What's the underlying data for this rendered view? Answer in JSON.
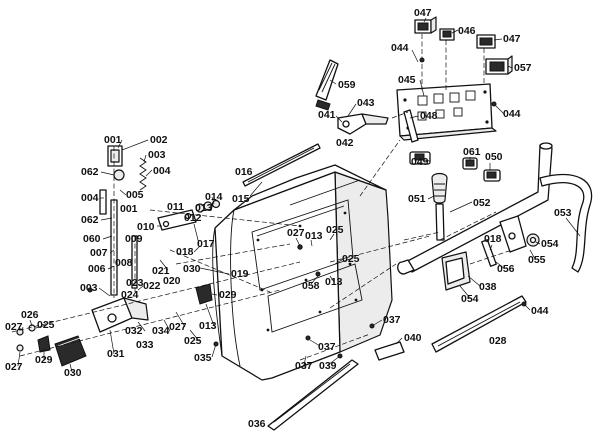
{
  "callouts": [
    {
      "id": "c047a",
      "text": "047"
    },
    {
      "id": "c046",
      "text": "046"
    },
    {
      "id": "c047b",
      "text": "047"
    },
    {
      "id": "c044a",
      "text": "044"
    },
    {
      "id": "c057",
      "text": "057"
    },
    {
      "id": "c045",
      "text": "045"
    },
    {
      "id": "c059",
      "text": "059"
    },
    {
      "id": "c043",
      "text": "043"
    },
    {
      "id": "c041",
      "text": "041"
    },
    {
      "id": "c042",
      "text": "042"
    },
    {
      "id": "c048",
      "text": "048"
    },
    {
      "id": "c044b",
      "text": "044"
    },
    {
      "id": "c001a",
      "text": "001"
    },
    {
      "id": "c002",
      "text": "002"
    },
    {
      "id": "c003",
      "text": "003"
    },
    {
      "id": "c004a",
      "text": "004"
    },
    {
      "id": "c062a",
      "text": "062"
    },
    {
      "id": "c005",
      "text": "005"
    },
    {
      "id": "c004b",
      "text": "004"
    },
    {
      "id": "c001b",
      "text": "001"
    },
    {
      "id": "c062b",
      "text": "062"
    },
    {
      "id": "c060",
      "text": "060"
    },
    {
      "id": "c007",
      "text": "007"
    },
    {
      "id": "c006",
      "text": "006"
    },
    {
      "id": "c010",
      "text": "010"
    },
    {
      "id": "c009",
      "text": "009"
    },
    {
      "id": "c011",
      "text": "011"
    },
    {
      "id": "c012",
      "text": "012"
    },
    {
      "id": "c013a",
      "text": "013"
    },
    {
      "id": "c014",
      "text": "014"
    },
    {
      "id": "c017",
      "text": "017"
    },
    {
      "id": "c018a",
      "text": "018"
    },
    {
      "id": "c016",
      "text": "016"
    },
    {
      "id": "c015",
      "text": "015"
    },
    {
      "id": "c008",
      "text": "008"
    },
    {
      "id": "c021",
      "text": "021"
    },
    {
      "id": "c030a",
      "text": "030"
    },
    {
      "id": "c019",
      "text": "019"
    },
    {
      "id": "c023",
      "text": "023"
    },
    {
      "id": "c022",
      "text": "022"
    },
    {
      "id": "c020",
      "text": "020"
    },
    {
      "id": "c024",
      "text": "024"
    },
    {
      "id": "c003b",
      "text": "003"
    },
    {
      "id": "c029a",
      "text": "029"
    },
    {
      "id": "c027a",
      "text": "027"
    },
    {
      "id": "c013b",
      "text": "013"
    },
    {
      "id": "c032",
      "text": "032"
    },
    {
      "id": "c034",
      "text": "034"
    },
    {
      "id": "c033",
      "text": "033"
    },
    {
      "id": "c025a",
      "text": "025"
    },
    {
      "id": "c035",
      "text": "035"
    },
    {
      "id": "c026",
      "text": "026"
    },
    {
      "id": "c027b",
      "text": "027"
    },
    {
      "id": "c025b",
      "text": "025"
    },
    {
      "id": "c031",
      "text": "031"
    },
    {
      "id": "c029b",
      "text": "029"
    },
    {
      "id": "c027c",
      "text": "027"
    },
    {
      "id": "c030b",
      "text": "030"
    },
    {
      "id": "c027d",
      "text": "027"
    },
    {
      "id": "c013c",
      "text": "013"
    },
    {
      "id": "c025c",
      "text": "025"
    },
    {
      "id": "c025d",
      "text": "025"
    },
    {
      "id": "c058",
      "text": "058"
    },
    {
      "id": "c013d",
      "text": "013"
    },
    {
      "id": "c037a",
      "text": "037"
    },
    {
      "id": "c037b",
      "text": "037"
    },
    {
      "id": "c037c",
      "text": "037"
    },
    {
      "id": "c039",
      "text": "039"
    },
    {
      "id": "c040",
      "text": "040"
    },
    {
      "id": "c036",
      "text": "036"
    },
    {
      "id": "c049",
      "text": "049"
    },
    {
      "id": "c061",
      "text": "061"
    },
    {
      "id": "c050",
      "text": "050"
    },
    {
      "id": "c051",
      "text": "051"
    },
    {
      "id": "c052",
      "text": "052"
    },
    {
      "id": "c053",
      "text": "053"
    },
    {
      "id": "c018b",
      "text": "018"
    },
    {
      "id": "c054a",
      "text": "054"
    },
    {
      "id": "c055",
      "text": "055"
    },
    {
      "id": "c056",
      "text": "056"
    },
    {
      "id": "c038",
      "text": "038"
    },
    {
      "id": "c054b",
      "text": "054"
    },
    {
      "id": "c044c",
      "text": "044"
    },
    {
      "id": "c028",
      "text": "028"
    }
  ]
}
